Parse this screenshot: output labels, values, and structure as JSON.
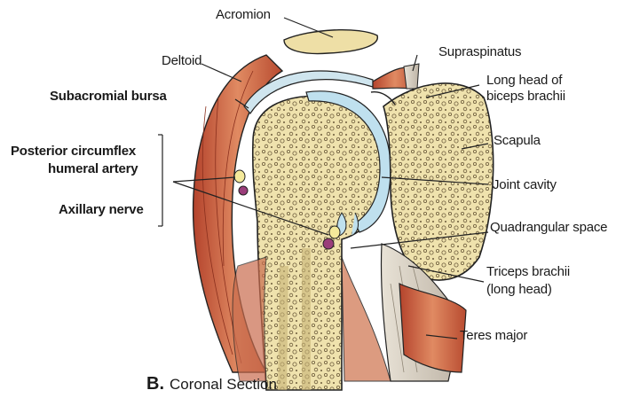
{
  "labels": {
    "acromion": "Acromion",
    "deltoid": "Deltoid",
    "supraspinatus": "Supraspinatus",
    "long_head_line1": "Long head of",
    "long_head_line2": "biceps brachii",
    "subacromial_bursa": "Subacromial bursa",
    "scapula": "Scapula",
    "post_circ_line1": "Posterior circumflex",
    "post_circ_line2": "humeral artery",
    "joint_cavity": "Joint cavity",
    "axillary_nerve": "Axillary nerve",
    "quadrangular_space": "Quadrangular space",
    "triceps_line1": "Triceps brachii",
    "triceps_line2": "(long head)",
    "teres_major": "Teres major"
  },
  "caption": {
    "letter": "B.",
    "title": "Coronal Section"
  },
  "colors": {
    "muscle": "#c8553a",
    "bone": "#eedfa6",
    "cartilage": "#bfe0ee",
    "outline": "#222222"
  }
}
